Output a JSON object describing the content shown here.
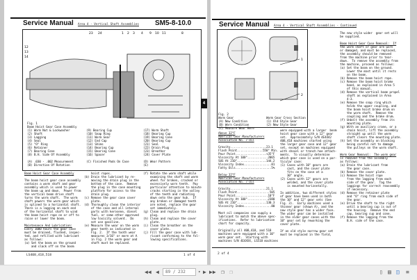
{
  "viewer": {
    "page_input": "89 / 232",
    "icons": {
      "first": "first-page-icon",
      "prev": "prev-page-icon",
      "next": "next-page-icon",
      "last": "last-page-icon"
    }
  },
  "page1": {
    "title": "Service Manual",
    "subtitle": "Area 4 - Vertical Shaft Assemblies",
    "code": "SM5-8-10.0",
    "tab_marker": "4",
    "callouts": [
      "23",
      "24",
      "1",
      "2",
      "3",
      "4",
      "9",
      "10",
      "11",
      "8",
      "12",
      "13",
      "14"
    ],
    "legend_col1": [
      "Fig. 1",
      "Boom Hoist Gear Case Assembly",
      "(1) Worm Nut & Lockwasher",
      "(2) Shaft",
      "(3) Lagging",
      "(4) Seal",
      "(5) \"O\" Ring",
      "(6) Retainer",
      "(7) Bearing Cone",
      "(8) B.H. Side Of Assembly",
      "",
      "(A) .030 - .002 Measurement",
      "(B) Direction Of Rotation"
    ],
    "legend_col2": [
      "",
      "",
      "(9) Bearing Cup",
      "(10) Snap Ring",
      "(11) Worm Gear",
      "(12) End Cap",
      "(13) Shims",
      "(14) Bearing Cup",
      "(15) Bearing Cone",
      "(16) Spacer",
      "",
      "(C) Finished Pads On Case"
    ],
    "legend_col3": [
      "",
      "",
      "(17) Worm Shaft",
      "(18) Bearing Cup",
      "(19) Bearing Cone",
      "(20) Bearing Cup",
      "(21) Seal",
      "(22) Drain Plug",
      "(23) Breather",
      "(24) Cover Plate",
      "",
      "(D) Wear Pattern",
      "(E)"
    ],
    "text_col1": [
      "Boom Hoist Gear Case Assembly",
      "",
      "The boom hoist gear case assembly",
      "contains a worm shaft and gear",
      "assembly which is used to power",
      "the boom up and down.  Power from",
      "the vertical boom drive shaft",
      "turns the worm shaft.  The worm",
      "shaft powers the worm gear which",
      "is splined to a horizontal shaft.",
      "There is a lagging on each end",
      "of the horizontal shaft to wind",
      "the boom hoist rope on or off to",
      "raise or lower the boom.",
      "",
      "Maintenance And Lubrication:",
      "Every 1000 hours the gear case",
      "must be drained, flushed, inspec-",
      "ted, and refilled with lubricant",
      "as follows:",
      "(a) Set the boom on the ground",
      "    and slack off on the boom"
    ],
    "text_col2": [
      "    hoist ropes.",
      "(b) Drain the lubricant by re-",
      "    moving the drain plug in the",
      "    bottom of the case.  Remove",
      "    the plug in the case mounting",
      "    platform for access to the",
      "    drain plug.",
      "(c) Remove the gear case cover",
      "    plate.",
      "(d) Thoroughly clean the interior",
      "    of the case and all internal",
      "    parts with kerosene, diesel",
      "    fuel, or some other approved",
      "    low toxicity solvent.  Do",
      "    not use gasoline.",
      "(e) Measure the wear on the worm",
      "    gear teeth as indicated in",
      "    Fig. 2.  If the tooth wear",
      "    measures 3/16\" or more at A",
      "    in Fig. 2 the worm gear and",
      "    shaft must be replaced."
    ],
    "text_col3": [
      "(f) Rotate the worm shaft while",
      "    examining the shaft and worm",
      "    wheel for broken, cracked or",
      "    excessively worn teeth.  Pay",
      "    particular attention to minute",
      "    cracks starting in the valley",
      "    of the teeth and radiating",
      "    down onto the gear hub.  If",
      "    any broken or damaged teeth",
      "    are noted, replace the gear",
      "    set immediately.",
      "(g) Clean and replace the drain",
      "    plug.",
      "(h) Clean and replace the cover",
      "    plate.",
      "(i) Clean the breather on the",
      "    cover plate.",
      "(j) Fill the gear case with lub-",
      "    ricant conforming to the fol-",
      "    lowing specifications."
    ],
    "footer_left": "LS408,418,518",
    "footer_right": "1 of 4"
  },
  "page2": {
    "title": "Service Manual",
    "subtitle": "Area 4 - Vertical Shaft Assemblies - Continued",
    "callouts": [
      "1",
      "2"
    ],
    "caption_left": [
      "Fig. 2",
      "Worm Gear",
      "(A) New Condition",
      "(B) Worn Condition",
      "(C) Measure Wear Here"
    ],
    "caption_right": [
      "",
      "Worm Gear Cross Section",
      "(1) Old Style Gear",
      "(2) New Style Gear"
    ],
    "text_col1": [
      "Above 32°F",
      "American Gear Manufacturers",
      "Association No. 7 Oil",
      "",
      "Gravity.....................23.1",
      "Flash Point...............550° Min.",
      "Pour Point..................+35°F",
      "Viscosity At 100°............2065",
      "SUS At 210°.................144.2",
      "Viscosity Index................81",
      "Fatty Oils.....................5%",
      "",
      "Below 32°F",
      "American Gear Manufacturers",
      "Association No. 7 Oil",
      "",
      "Gravity.....................21.1",
      "Flash Point...................505",
      "Pour Point...................10°F",
      "Viscosity At 100°............2380",
      "SUS At 210°.................130.3",
      "Viscosity Index................80",
      "",
      "Most oil companies can supply a",
      "lubricant to match the above spec-",
      "ifications.  Refer to lubrication",
      "chart for capacity.",
      "",
      "Originally all 408,418, and 518",
      "machines were equipped with a 10\"",
      "worm gear set.  Starting with",
      "machines S/N 4E4XXX, LS518 machines"
    ],
    "text_col2": [
      "were equipped with a larger  boom",
      "hoist gear case with a 12\" gear",
      "set.  Approximately S/N 4E4442",
      "408,418 machines started using",
      "the larger gear case and 12\" gear",
      "set, except on machines equipped",
      "with shovel or trench hoe attach-",
      "ments.  To visually determine",
      "which gear case is used on a par-",
      "ticular case:",
      "(1) Cases with 10\" gears are",
      "    cast, and the cover plate",
      "    fits on the case at a",
      "    30° angle.",
      "(2) Cases with 12\" gears are",
      "    welded, and the cover plate",
      "    is mounted horizontally.",
      "",
      "In addition, two different styles",
      "of gear have been used in both",
      "the 10\" and 12\" gear sets (See",
      "Fig. 3).  Early machines used a",
      "thinner gear (shown A), and the",
      "new style gear has a wider face.",
      "The wider gear can be installed",
      "in the older gear cases with the",
      "10\" gear set by reworking the",
      "cover plate.",
      "",
      "If an old style narrow gear set",
      "must be replaced in the field,"
    ],
    "text_col3": [
      "The new style wider  gear set will",
      "be supplied.",
      "",
      "Boom Hoist Gear Case Removal:  If",
      "the worm shaft or gear are worn",
      "or damaged, and must be replaced,",
      "the assembly should be removed",
      "from the machine prior to tear-",
      "down.  To remove the assembly from",
      "the machine, proceed as follows:",
      "(a) Set the boom on the ground.",
      "    Lower the mast until it rests",
      "    on the boom.",
      "(b) Remove the boom hoist rope.",
      "(c) Remove the boom hoist brake",
      "    band, as explained in Area 5",
      "    of this manual.",
      "(d) Remove the vertical boom propel",
      "    shaft as explained in Area",
      "    4-3.",
      "(e) Remove the snap ring which",
      "    holds the upper coupling, and",
      "    the boom hoist brake drum on",
      "    the worm shaft.  Remove the",
      "    coupling and the brake drum.",
      "(f) Unbolt the assembly from its",
      "    mounting plate.",
      "(g) With an auxiliary crane, or a",
      "    chain hoist, lift the assembly",
      "    straight up until the worm",
      "    shaft clears the mounting plate.",
      "(h) Set the assembly on blocking",
      "    being careful not to damage",
      "    the pulleys on the worm shaft.",
      "",
      "Worm Gear Removal:  The worm gear",
      "is removed from the assembly",
      "as follows:",
      "(a) Drain the lubricant from",
      "    the gear case.",
      "(b) Remove the cover plate.",
      "(c) Remove the hoist rope",
      "    from the lagging from each",
      "    side of the gear.  Tag the",
      "    laggings for correct reassembly",
      "    if necessary.",
      "(d) Remove the retainer plate",
      "    and \"O\" ring from each side of",
      "    the gear.",
      "(e) Drive the shaft to the right",
      "    until a bearing cup is out of",
      "    the housing.  Remove the end",
      "    cap, bearing cup and cone.",
      "(f) Remove the lagging from the",
      "    B.H. side of the case."
    ],
    "footer_left": "2 of 4"
  }
}
